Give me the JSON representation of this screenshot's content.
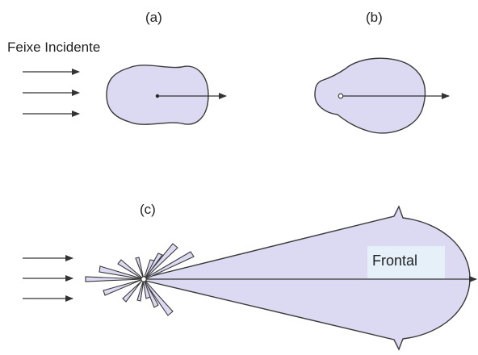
{
  "labels": {
    "a": "(a)",
    "b": "(b)",
    "c": "(c)",
    "incident_beam": "Feixe Incidente",
    "frontal": "Frontal"
  },
  "colors": {
    "lobe_fill": "#dcdaf3",
    "outline": "#3a3a3a",
    "arrow": "#333333",
    "frontal_box": "#e6f0f8"
  }
}
